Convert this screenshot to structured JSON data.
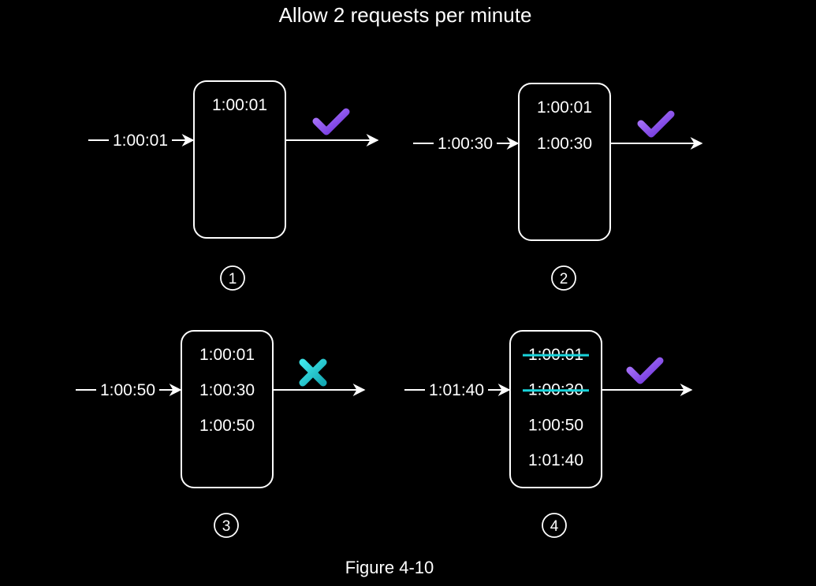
{
  "title": "Allow 2 requests per minute",
  "caption": "Figure 4-10",
  "colors": {
    "check": "#8a4fe6",
    "cross": "#1fc4cc",
    "strike": "#19d3da"
  },
  "scenarios": [
    {
      "step": "1",
      "incoming": "1:00:01",
      "entries": [
        {
          "text": "1:00:01",
          "removed": false
        }
      ],
      "result": "check-icon"
    },
    {
      "step": "2",
      "incoming": "1:00:30",
      "entries": [
        {
          "text": "1:00:01",
          "removed": false
        },
        {
          "text": "1:00:30",
          "removed": false
        }
      ],
      "result": "check-icon"
    },
    {
      "step": "3",
      "incoming": "1:00:50",
      "entries": [
        {
          "text": "1:00:01",
          "removed": false
        },
        {
          "text": "1:00:30",
          "removed": false
        },
        {
          "text": "1:00:50",
          "removed": false
        }
      ],
      "result": "cross-icon"
    },
    {
      "step": "4",
      "incoming": "1:01:40",
      "entries": [
        {
          "text": "1:00:01",
          "removed": true
        },
        {
          "text": "1:00:30",
          "removed": true
        },
        {
          "text": "1:00:50",
          "removed": false
        },
        {
          "text": "1:01:40",
          "removed": false
        }
      ],
      "result": "check-icon"
    }
  ]
}
